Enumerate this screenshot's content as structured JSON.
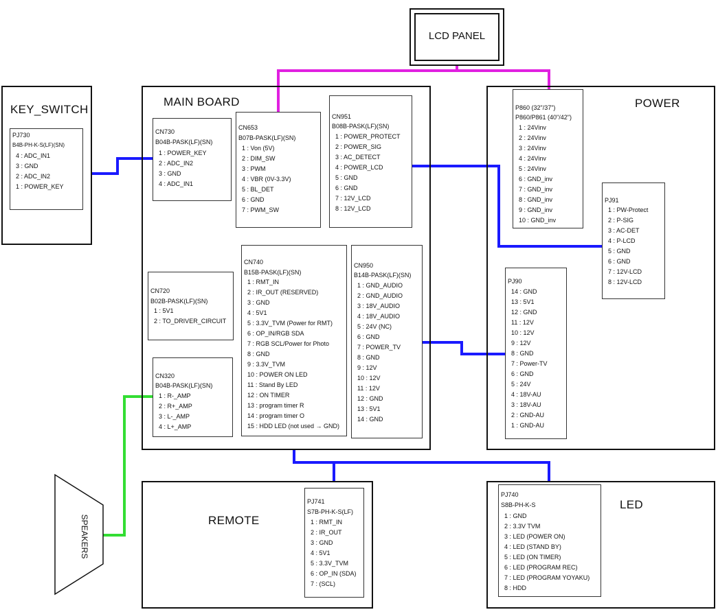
{
  "lcd_panel": {
    "label": "LCD PANEL"
  },
  "key_switch": {
    "title": "KEY_SWITCH",
    "connector": {
      "id": "PJ730",
      "type": "B4B-PH-K-S(LF)(SN)",
      "pins": [
        "4 : ADC_IN1",
        "3 : GND",
        "2 : ADC_IN2",
        "1 : POWER_KEY"
      ]
    }
  },
  "main_board": {
    "title": "MAIN BOARD",
    "cn730": {
      "id": "CN730",
      "type": "B04B-PASK(LF)(SN)",
      "pins": [
        "1 : POWER_KEY",
        "2 : ADC_IN2",
        "3 : GND",
        "4 : ADC_IN1"
      ]
    },
    "cn653": {
      "id": "CN653",
      "type": "B07B-PASK(LF)(SN)",
      "pins": [
        "1 : Von (5V)",
        "2 : DIM_SW",
        "3 : PWM",
        "4 : VBR (0V-3.3V)",
        "5 : BL_DET",
        "6 : GND",
        "7 : PWM_SW"
      ]
    },
    "cn951": {
      "id": "CN951",
      "type": "B08B-PASK(LF)(SN)",
      "pins": [
        "1 : POWER_PROTECT",
        "2 : POWER_SIG",
        "3 : AC_DETECT",
        "4 : POWER_LCD",
        "5 : GND",
        "6 : GND",
        "7 : 12V_LCD",
        "8 : 12V_LCD"
      ]
    },
    "cn720": {
      "id": "CN720",
      "type": "B02B-PASK(LF)(SN)",
      "pins": [
        "1 : 5V1",
        "2 : TO_DRIVER_CIRCUIT"
      ]
    },
    "cn740": {
      "id": "CN740",
      "type": "B15B-PASK(LF)(SN)",
      "pins": [
        "1 : RMT_IN",
        "2 : IR_OUT (RESERVED)",
        "3 : GND",
        "4 : 5V1",
        "5 : 3.3V_TVM (Power for RMT)",
        "6 : OP_IN/RGB SDA",
        "7 : RGB SCL/Power for Photo",
        "8 : GND",
        "9 : 3.3V_TVM",
        "10 : POWER ON LED",
        "11 : Stand By LED",
        "12 : ON TIMER",
        "13 : program timer R",
        "14 : program timer O",
        "15 : HDD LED (not used → GND)"
      ]
    },
    "cn950": {
      "id": "CN950",
      "type": "B14B-PASK(LF)(SN)",
      "pins": [
        "1 : GND_AUDIO",
        "2 : GND_AUDIO",
        "3 : 18V_AUDIO",
        "4 : 18V_AUDIO",
        "5 : 24V (NC)",
        "6 : GND",
        "7 : POWER_TV",
        "8 : GND",
        "9 : 12V",
        "10 : 12V",
        "11 : 12V",
        "12 : GND",
        "13 : 5V1",
        "14 : GND"
      ]
    },
    "cn320": {
      "id": "CN320",
      "type": "B04B-PASK(LF)(SN)",
      "pins": [
        "1 : R-_AMP",
        "2 : R+_AMP",
        "3 : L-_AMP",
        "4 : L+_AMP"
      ]
    }
  },
  "power": {
    "title": "POWER",
    "p860": {
      "id": "P860 (32\"/37\")",
      "type": "P860/P861 (40\"/42\")",
      "pins": [
        "1 : 24Vinv",
        "2 : 24Vinv",
        "3 : 24Vinv",
        "4 : 24Vinv",
        "5 : 24Vinv",
        "6 : GND_inv",
        "7 : GND_inv",
        "8 : GND_inv",
        "9 : GND_inv",
        "10 : GND_inv"
      ]
    },
    "pj91": {
      "id": "PJ91",
      "pins": [
        "1 : PW-Protect",
        "2 : P-SIG",
        "3 : AC-DET",
        "4 : P-LCD",
        "5 : GND",
        "6 : GND",
        "7 : 12V-LCD",
        "8 : 12V-LCD"
      ]
    },
    "pj90": {
      "id": "PJ90",
      "pins": [
        "14 : GND",
        "13 : 5V1",
        "12 : GND",
        "11 : 12V",
        "10 : 12V",
        "9 : 12V",
        "8 : GND",
        "7 : Power-TV",
        "6 : GND",
        "5 : 24V",
        "4 : 18V-AU",
        "3 : 18V-AU",
        "2 : GND-AU",
        "1 : GND-AU"
      ]
    }
  },
  "speakers": {
    "label": "SPEAKERS"
  },
  "remote": {
    "title": "REMOTE",
    "connector": {
      "id": "PJ741",
      "type": "S7B-PH-K-S(LF)",
      "pins": [
        "1 : RMT_IN",
        "2 : IR_OUT",
        "3 : GND",
        "4 : 5V1",
        "5 : 3.3V_TVM",
        "6 : OP_IN (SDA)",
        "7 : (SCL)"
      ]
    }
  },
  "led": {
    "title": "LED",
    "connector": {
      "id": "PJ740",
      "type": "S8B-PH-K-S",
      "pins": [
        "1 : GND",
        "2 : 3.3V TVM",
        "3 : LED (POWER ON)",
        "4 : LED (STAND BY)",
        "5 : LED (ON TIMER)",
        "6 : LED (PROGRAM REC)",
        "7 : LED (PROGRAM YOYAKU)",
        "8 : HDD"
      ]
    }
  },
  "wire_colors": {
    "lcd": "#e020e0",
    "signal": "#1a1aff",
    "speaker": "#33dd33"
  }
}
